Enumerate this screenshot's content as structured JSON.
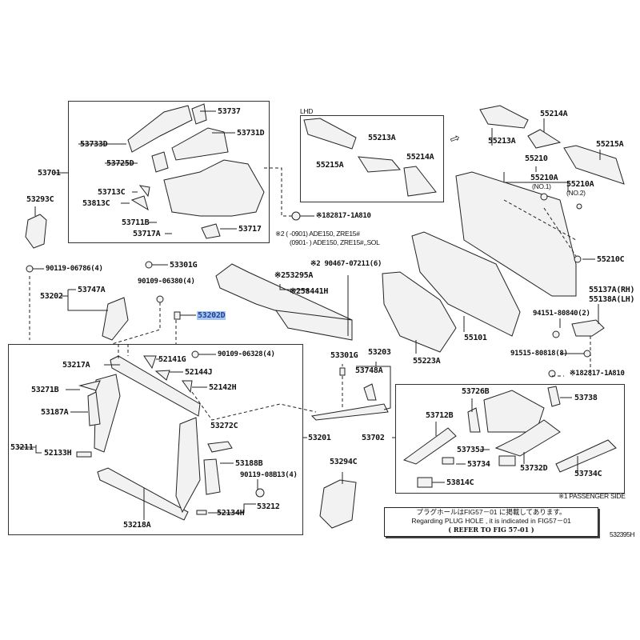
{
  "diagram_title": "532395H",
  "labels": {
    "p53737": "53737",
    "p53731D": "53731D",
    "p53733D": "53733D",
    "p53725D": "53725D",
    "p53701": "53701",
    "p53713C": "53713C",
    "p53813C": "53813C",
    "p53711B": "53711B",
    "p53717A": "53717A",
    "p53717": "53717",
    "p53293C": "53293C",
    "p90119_06786": "90119-06786(4)",
    "p53301G_a": "53301G",
    "p90109_06380": "90109-06380(4)",
    "p53202": "53202",
    "p53747A": "53747A",
    "p53202D": "53202D",
    "lhd": "LHD",
    "p55213A_a": "55213A",
    "p55215A_a": "55215A",
    "p55214A_a": "55214A",
    "p82817_a": "※182817-1A810",
    "note2_line1": "※2 (      -0901) ADE150, ZRE15#",
    "note2_line2": "(0901-      ) ADE150, ZRE15#,,SOL",
    "p90467": "※2 90467-07211(6)",
    "p53295A": "※253295A",
    "p58441H": "※258441H",
    "p55214A_b": "55214A",
    "p55213A_b": "55213A",
    "p55215A_b": "55215A",
    "p55210": "55210",
    "p55210A_1": "55210A",
    "no1": "(NO.1)",
    "p55210A_2": "55210A",
    "no2": "(NO.2)",
    "p55210C": "55210C",
    "p55137A": "55137A(RH)",
    "p55138A": "55138A(LH)",
    "p94151": "94151-80840(2)",
    "p91515": "91515-80818(8)",
    "p55101": "55101",
    "p55223A": "55223A",
    "p53217A": "53217A",
    "p52141G": "52141G",
    "p90109_06328": "90109-06328(4)",
    "p52144J": "52144J",
    "p52142H": "52142H",
    "p53271B": "53271B",
    "p53187A": "53187A",
    "p53272C": "53272C",
    "p53211": "53211",
    "p52133H": "52133H",
    "p53188B": "53188B",
    "p90119_08B13": "90119-08B13(4)",
    "p53212": "53212",
    "p52134H": "52134H",
    "p53218A": "53218A",
    "p53201": "53201",
    "p53301G_b": "53301G",
    "p53203": "53203",
    "p53748A": "53748A",
    "p53702": "53702",
    "p53294C": "53294C",
    "p82817_b": "※182817-1A810",
    "p53726B": "53726B",
    "p53738": "53738",
    "p53712B": "53712B",
    "p53735J": "53735J",
    "p53734": "53734",
    "p53732D": "53732D",
    "p53734C": "53734C",
    "p53814C": "53814C",
    "passenger": "※1 PASSENGER SIDE"
  },
  "note": {
    "line1": "プラグホールはFIG57－01 に掲載してあります。",
    "line2": "Regarding PLUG HOLE , it is indicated in FIG57－01",
    "line3": "(  REFER TO FIG 57-01 )"
  },
  "highlight_color": "#a9c6ee"
}
